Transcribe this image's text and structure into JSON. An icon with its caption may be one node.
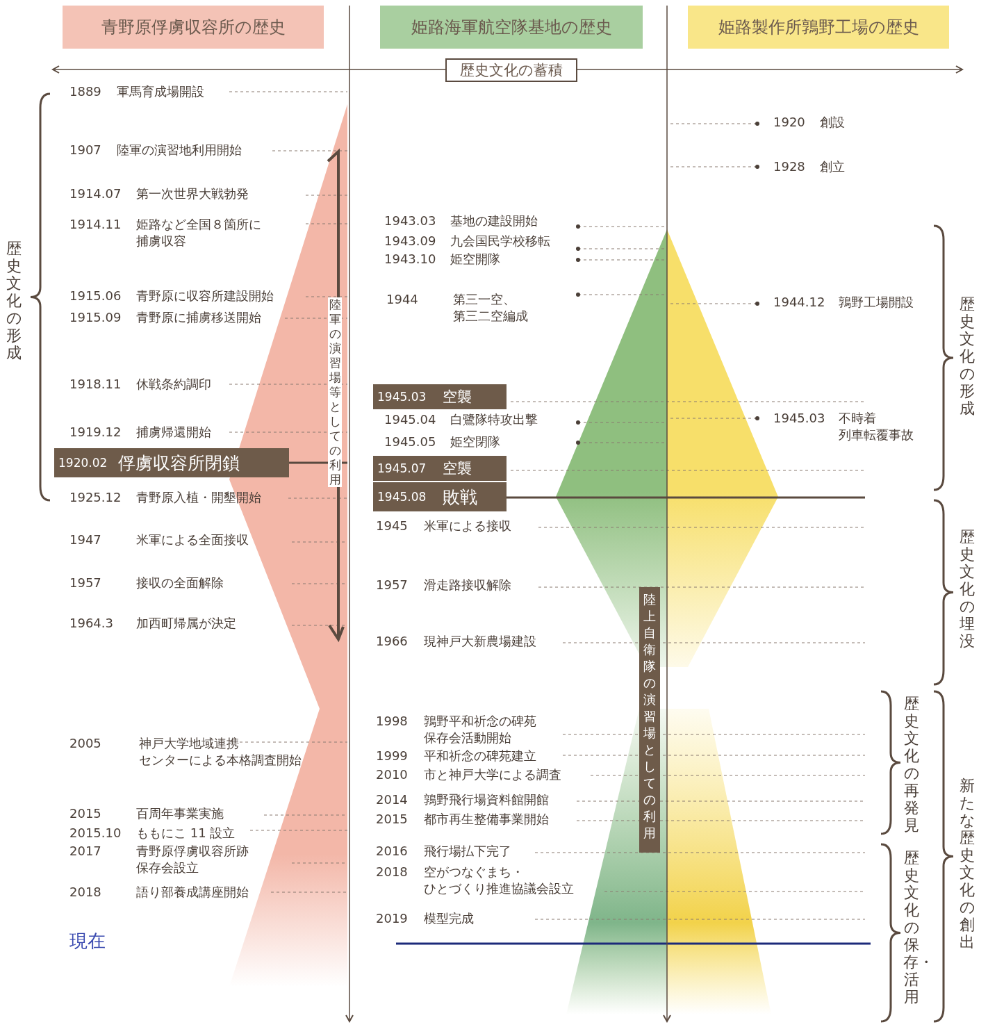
{
  "diagram": {
    "nodes": [
      {
        "text": [
          "青野原俘虜収容所の歴史"
        ]
      },
      {
        "text": [
          "姫路海軍航空隊基地の歴史"
        ]
      },
      {
        "text": [
          "姫路製作所鶉野工場の歴史"
        ]
      },
      {
        "text": [
          "歴史文化の蓄積"
        ]
      },
      {
        "text": [
          "1920.02",
          "俘虜収容所閉鎖"
        ]
      },
      {
        "text": [
          "1945.03",
          "空襲"
        ]
      },
      {
        "text": [
          "1945.07",
          "空襲"
        ]
      },
      {
        "text": [
          "1945.08",
          "敗戦"
        ]
      },
      {
        "text": [
          "陸上自衛隊の演習場としての利用"
        ]
      }
    ],
    "labels": [
      "歴史文化の形成",
      "1889",
      "軍馬育成場開設",
      "1907",
      "陸軍の演習地利用開始",
      "1914.07",
      "第一次世界大戦勃発",
      "1914.11",
      "姫路など全国８箇所に捕虜収容",
      "1915.06",
      "青野原に収容所建設開始",
      "1915.09",
      "青野原に捕虜移送開始",
      "1918.11",
      "休戦条約調印",
      "1919.12",
      "捕虜帰還開始",
      "1925.12",
      "青野原入植・開墾開始",
      "1947",
      "米軍による全面接収",
      "1957",
      "接収の全面解除",
      "1964.3",
      "加西町帰属が決定",
      "2005",
      "神戸大学地域連携センターによる本格調査開始",
      "2015",
      "百周年事業実施",
      "2015.10",
      "ももにこ 11 設立",
      "2017",
      "青野原俘虜収容所跡保存会設立",
      "2018",
      "語り部養成講座開始",
      "現在",
      "陸軍の演習場等としての利用",
      "1943.03",
      "基地の建設開始",
      "1943.09",
      "九会国民学校移転",
      "1943.10",
      "姫空開隊",
      "1944",
      "第三一空、第三二空編成",
      "1945.04",
      "白鷺隊特攻出撃",
      "1945.05",
      "姫空閉隊",
      "1945",
      "米軍による接収",
      "1957",
      "滑走路接収解除",
      "1966",
      "現神戸大新農場建設",
      "1998",
      "鶉野平和祈念の碑苑保存会活動開始",
      "1999",
      "平和祈念の碑苑建立",
      "2010",
      "市と神戸大学による調査",
      "2014",
      "鶉野飛行場資料館開館",
      "2015",
      "都市再生整備事業開始",
      "2016",
      "飛行場払下完了",
      "2018",
      "空がつなぐまち・ひとづくり推進協議会設立",
      "2019",
      "模型完成",
      "1920",
      "創設",
      "1928",
      "創立",
      "1944.12",
      "鶉野工場開設",
      "1945.03",
      "不時着列車転覆事故",
      "歴史文化の形成",
      "歴史文化の埋没",
      "歴史文化の再発見",
      "歴史文化の保存・活用",
      "新たな歴史文化の創出"
    ]
  }
}
